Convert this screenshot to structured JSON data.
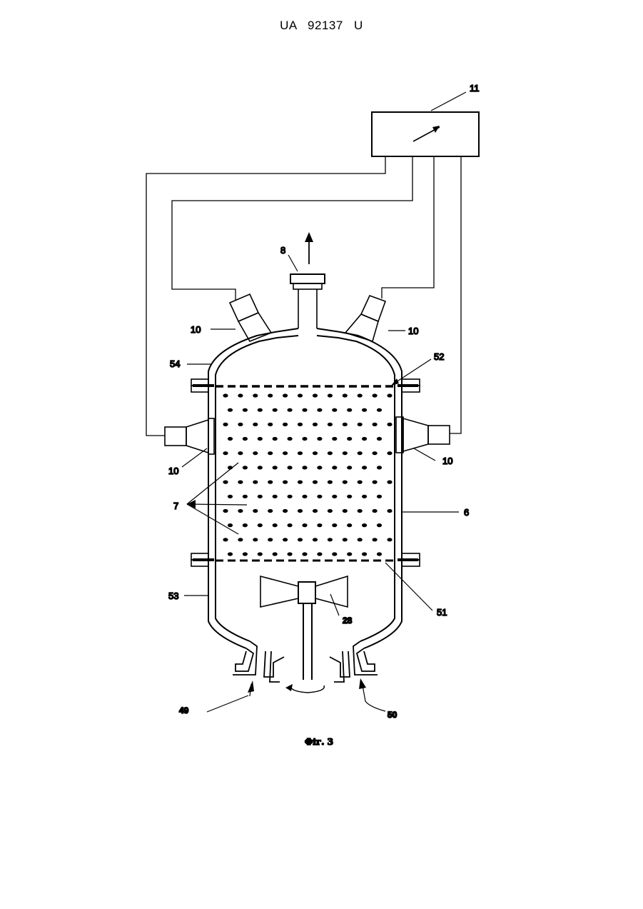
{
  "header": {
    "patent_id": "UA   92137   U"
  },
  "figure": {
    "caption": "Фіг. 3",
    "labels": {
      "l11": "11",
      "l8": "8",
      "l10_top_left": "10",
      "l10_top_right": "10",
      "l54": "54",
      "l52": "52",
      "l10_side_left": "10",
      "l10_side_right": "10",
      "l7": "7",
      "l6": "6",
      "l53": "53",
      "l51": "51",
      "l28": "28",
      "l49": "49",
      "l50": "50"
    }
  }
}
